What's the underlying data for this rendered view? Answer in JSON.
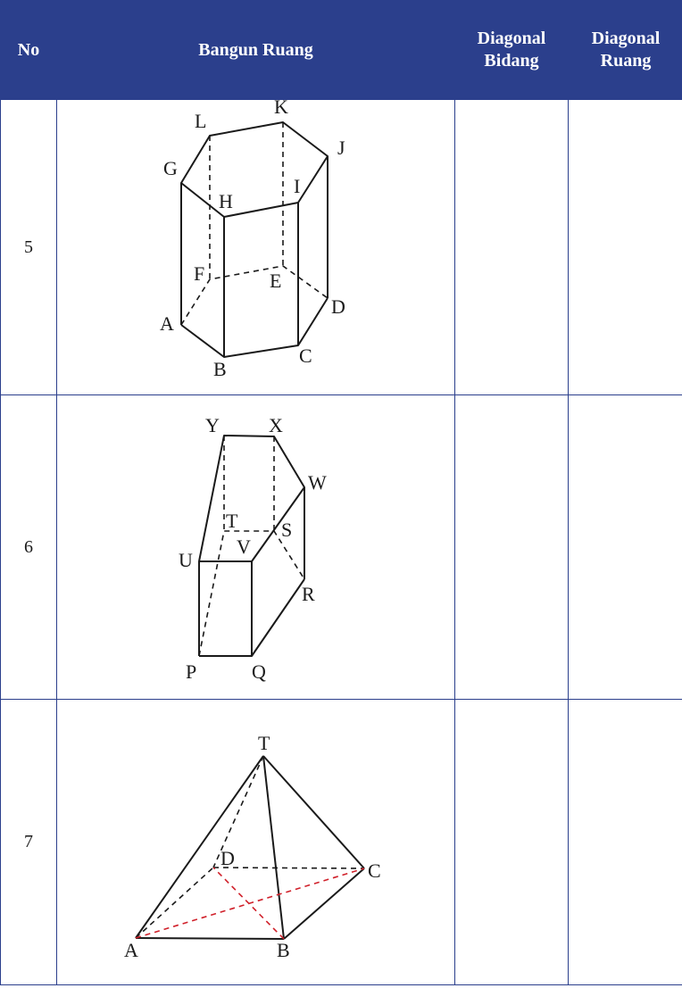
{
  "header": {
    "no": "No",
    "bangun_ruang": "Bangun Ruang",
    "diagonal_bidang_line1": "Diagonal",
    "diagonal_bidang_line2": "Bidang",
    "diagonal_ruang_line1": "Diagonal",
    "diagonal_ruang_line2": "Ruang"
  },
  "rows": [
    {
      "no": "5",
      "labels": {
        "L": "L",
        "K": "K",
        "J": "J",
        "G": "G",
        "H": "H",
        "I": "I",
        "F": "F",
        "E": "E",
        "D": "D",
        "A": "A",
        "B": "B",
        "C": "C"
      },
      "diagonal_bidang": "",
      "diagonal_ruang": ""
    },
    {
      "no": "6",
      "labels": {
        "Y": "Y",
        "X": "X",
        "W": "W",
        "T": "T",
        "S": "S",
        "U": "U",
        "V": "V",
        "R": "R",
        "P": "P",
        "Q": "Q"
      },
      "diagonal_bidang": "",
      "diagonal_ruang": ""
    },
    {
      "no": "7",
      "labels": {
        "T": "T",
        "D": "D",
        "C": "C",
        "A": "A",
        "B": "B"
      },
      "diagonal_bidang": "",
      "diagonal_ruang": ""
    }
  ],
  "colors": {
    "header_bg": "#2b3f8c",
    "header_text": "#ffffff",
    "diagonal_highlight": "#d0202a"
  }
}
